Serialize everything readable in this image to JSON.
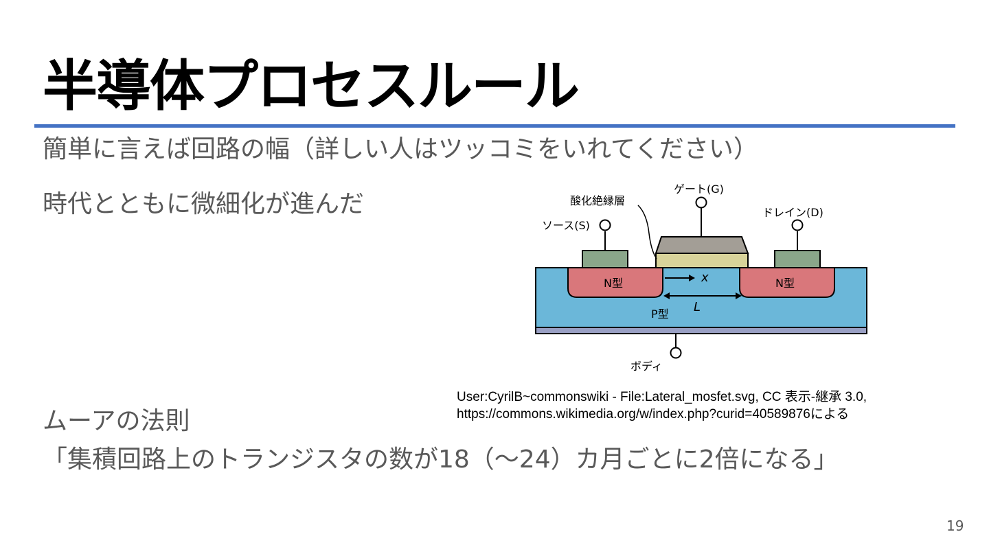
{
  "slide": {
    "title": "半導体プロセスルール",
    "subtitle": "簡単に言えば回路の幅（詳しい人はツッコミをいれてください）",
    "point1": "時代とともに微細化が進んだ",
    "moore_title": "ムーアの法則",
    "moore_quote": "「集積回路上のトランジスタの数が18（～24）カ月ごとに2倍になる」",
    "credit_line1": "User:CyrilB~commonswiki - File:Lateral_mosfet.svg, CC 表示-継承 3.0,",
    "credit_line2": "https://commons.wikimedia.org/w/index.php?curid=40589876による",
    "page_number": "19"
  },
  "diagram": {
    "labels": {
      "gate": "ゲート(G)",
      "oxide": "酸化絶縁層",
      "source": "ソース(S)",
      "drain": "ドレイン(D)",
      "n_left": "N型",
      "n_right": "N型",
      "p_type": "P型",
      "x": "x",
      "length": "L",
      "body": "ボディ"
    },
    "colors": {
      "substrate": "#6bb7d9",
      "n_region": "#d9777b",
      "contact": "#8aa68a",
      "oxide": "#d8d39a",
      "gate": "#a39e96",
      "body_plate": "#9aa0c4",
      "accent_rule": "#4472c4"
    }
  }
}
